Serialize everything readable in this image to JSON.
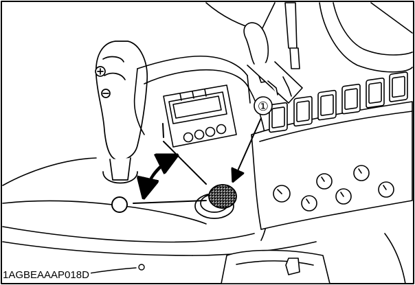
{
  "figure": {
    "reference_code": "1AGBEAAAP018D",
    "callout_number": "①",
    "position_on_mark": "I",
    "position_off_mark": "○"
  }
}
